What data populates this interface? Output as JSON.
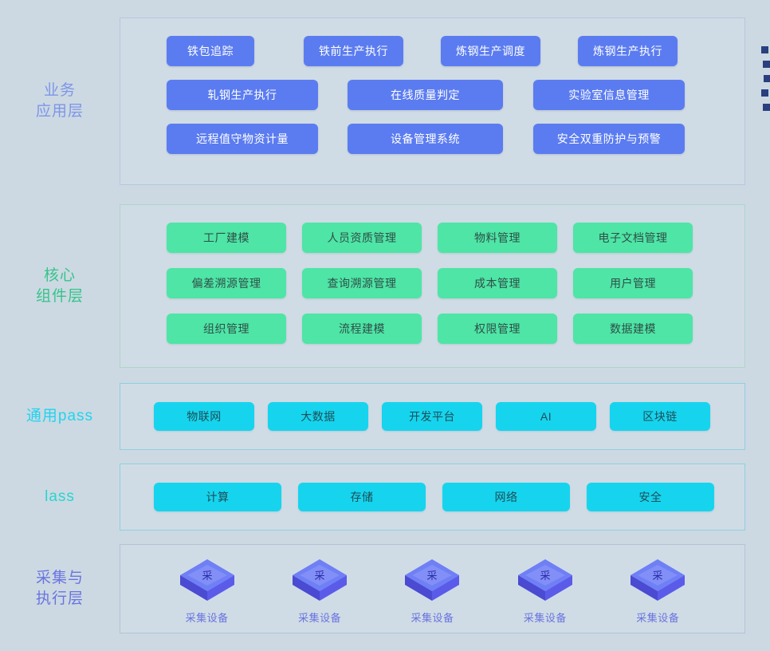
{
  "page": {
    "background_color": "#ccd9e2",
    "panel_color": "#d0dce5"
  },
  "layers": [
    {
      "id": "business",
      "label": "业务\n应用层",
      "label_color": "#7e95e8",
      "chip_style": "blue",
      "chip_color": "#5b7cf0",
      "chip_text_color": "#ffffff",
      "border_color": "#b7c6e0",
      "rows": [
        [
          {
            "label": "铁包追踪",
            "width": 110
          },
          {
            "label": "铁前生产执行",
            "width": 125
          },
          {
            "label": "炼钢生产调度",
            "width": 125
          },
          {
            "label": "炼钢生产执行",
            "width": 125
          }
        ],
        [
          {
            "label": "轧钢生产执行",
            "width": 190
          },
          {
            "label": "在线质量判定",
            "width": 195
          },
          {
            "label": "实验室信息管理",
            "width": 190
          }
        ],
        [
          {
            "label": "远程值守物资计量",
            "width": 190
          },
          {
            "label": "设备管理系统",
            "width": 195
          },
          {
            "label": "安全双重防护与预警",
            "width": 190
          }
        ]
      ]
    },
    {
      "id": "core",
      "label": "核心\n组件层",
      "label_color": "#35c48a",
      "chip_style": "green",
      "chip_color": "#4ee5a7",
      "chip_text_color": "#2f4f46",
      "border_color": "#aed5c6",
      "rows": [
        [
          {
            "label": "工厂建模",
            "width": 150
          },
          {
            "label": "人员资质管理",
            "width": 150
          },
          {
            "label": "物料管理",
            "width": 150
          },
          {
            "label": "电子文档管理",
            "width": 150
          }
        ],
        [
          {
            "label": "偏差溯源管理",
            "width": 150
          },
          {
            "label": "查询溯源管理",
            "width": 150
          },
          {
            "label": "成本管理",
            "width": 150
          },
          {
            "label": "用户管理",
            "width": 150
          }
        ],
        [
          {
            "label": "组织管理",
            "width": 150
          },
          {
            "label": "流程建模",
            "width": 150
          },
          {
            "label": "权限管理",
            "width": 150
          },
          {
            "label": "数据建模",
            "width": 150
          }
        ]
      ]
    },
    {
      "id": "pass",
      "label": "通用pass",
      "label_color": "#22d3ee",
      "chip_style": "cyan",
      "chip_color": "#16d4ee",
      "chip_text_color": "#1d4e57",
      "border_color": "#8ecfe0",
      "rows": [
        [
          {
            "label": "物联网",
            "width": 126
          },
          {
            "label": "大数据",
            "width": 126
          },
          {
            "label": "开发平台",
            "width": 126
          },
          {
            "label": "AI",
            "width": 126
          },
          {
            "label": "区块链",
            "width": 126
          }
        ]
      ]
    },
    {
      "id": "iaas",
      "label": "lass",
      "label_color": "#2ad4cf",
      "chip_style": "cyan",
      "chip_color": "#16d4ee",
      "chip_text_color": "#1d4e57",
      "border_color": "#8ecfe0",
      "rows": [
        [
          {
            "label": "计算",
            "width": 160
          },
          {
            "label": "存储",
            "width": 160
          },
          {
            "label": "网络",
            "width": 160
          },
          {
            "label": "安全",
            "width": 160
          }
        ]
      ]
    },
    {
      "id": "device",
      "label": "采集与\n执行层",
      "label_color": "#6a74e0",
      "border_color": "#b3c3d6",
      "devices": [
        {
          "caption": "采集设备",
          "glyph": "采"
        },
        {
          "caption": "采集设备",
          "glyph": "采"
        },
        {
          "caption": "采集设备",
          "glyph": "采"
        },
        {
          "caption": "采集设备",
          "glyph": "采"
        },
        {
          "caption": "采集设备",
          "glyph": "采"
        }
      ],
      "device_icon": {
        "top_color": "#6f7ff5",
        "left_color": "#4f4fd6",
        "right_color": "#5a5ae8",
        "caption_color": "#6a74e0"
      }
    }
  ],
  "edge_legend": {
    "marker_color": "#2a3f7e",
    "markers": [
      "",
      "",
      "",
      "",
      ""
    ]
  }
}
